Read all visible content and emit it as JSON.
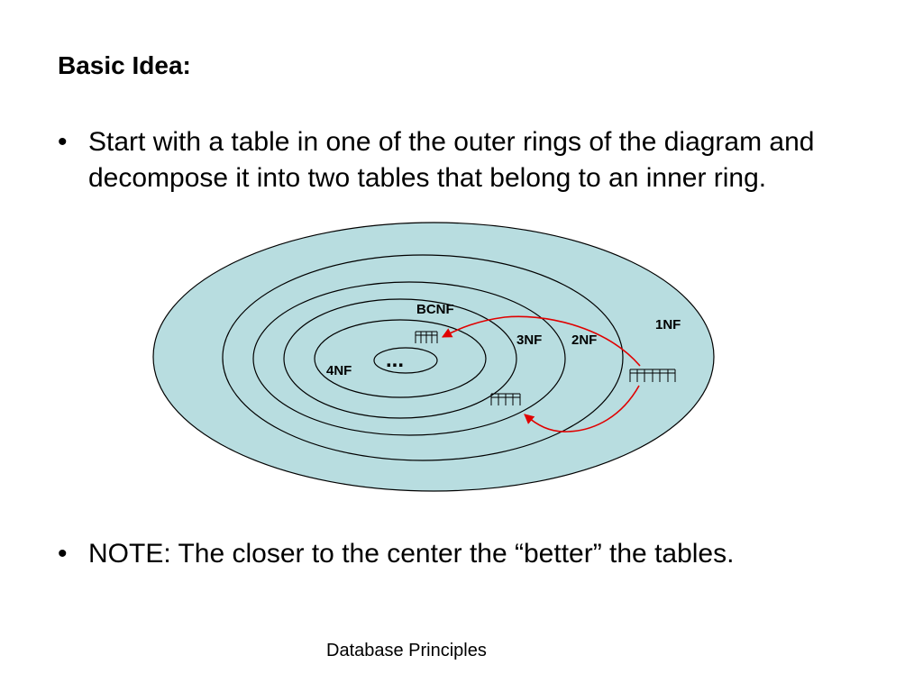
{
  "slide": {
    "title": "Basic Idea:",
    "bullet_symbol": "•",
    "bullets": [
      "Start with a table in one of the outer rings of the diagram and decompose it into two tables that belong to an inner ring.",
      "NOTE: The closer to the center the “better” the tables."
    ],
    "footer": "Database Principles"
  },
  "diagram": {
    "labels": {
      "nf1": "1NF",
      "nf2": "2NF",
      "nf3": "3NF",
      "bcnf": "BCNF",
      "nf4": "4NF",
      "center": "..."
    },
    "colors": {
      "outer_fill": "#b8dde0",
      "stroke": "#000000",
      "arrow": "#e00000"
    }
  }
}
